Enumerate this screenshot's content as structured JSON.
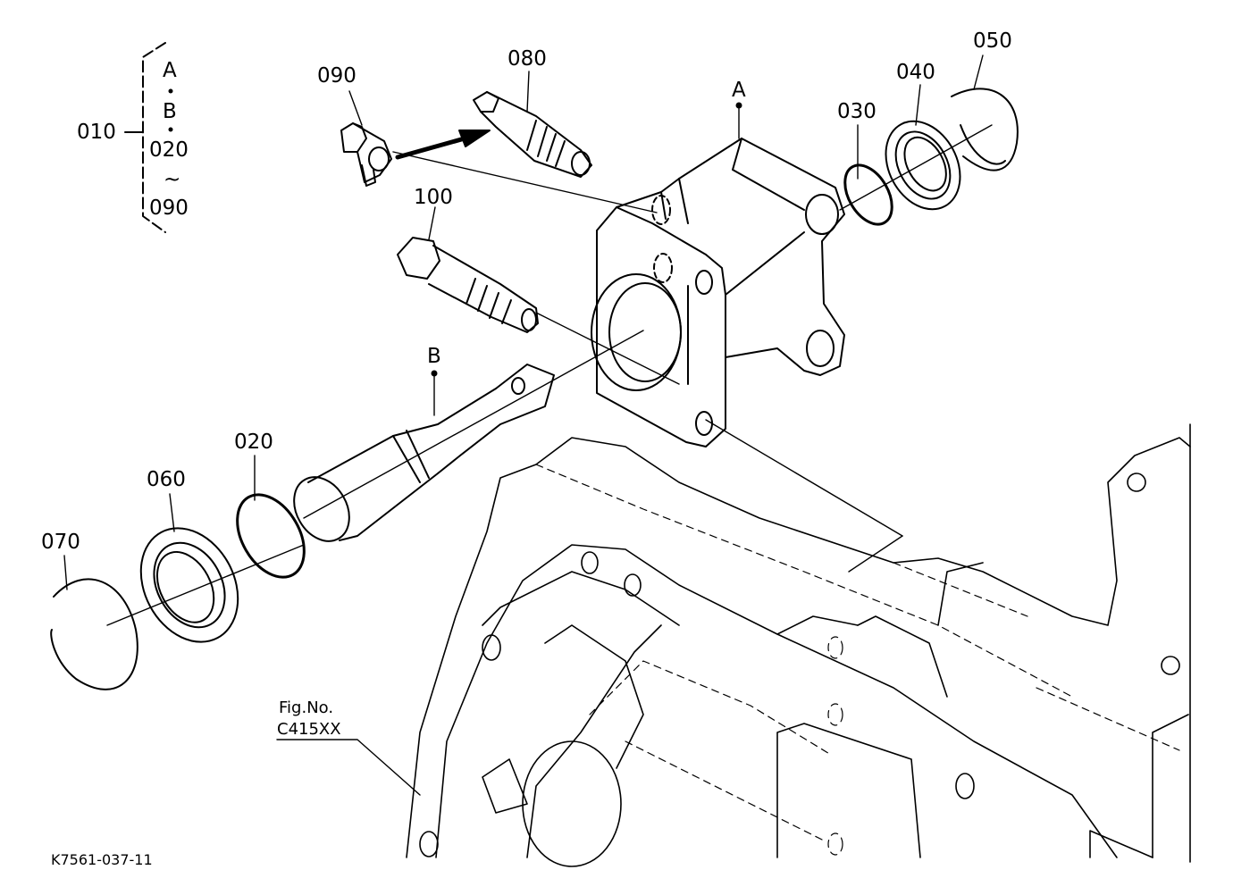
{
  "diagram": {
    "callouts": {
      "p010": "010",
      "p020": "020",
      "p030": "030",
      "p040": "040",
      "p050": "050",
      "p060": "060",
      "p070": "070",
      "p080": "080",
      "p090": "090",
      "p100": "100",
      "ref_a": "A",
      "ref_b": "B"
    },
    "bracket": {
      "line1": "A",
      "line2": "B",
      "line3": "020",
      "line4": "~",
      "line5": "090"
    },
    "figure_ref": {
      "line1": "Fig.No.",
      "line2": "C415XX"
    },
    "drawing_number": "K7561-037-11",
    "colors": {
      "line": "#000000",
      "background": "#ffffff"
    }
  }
}
